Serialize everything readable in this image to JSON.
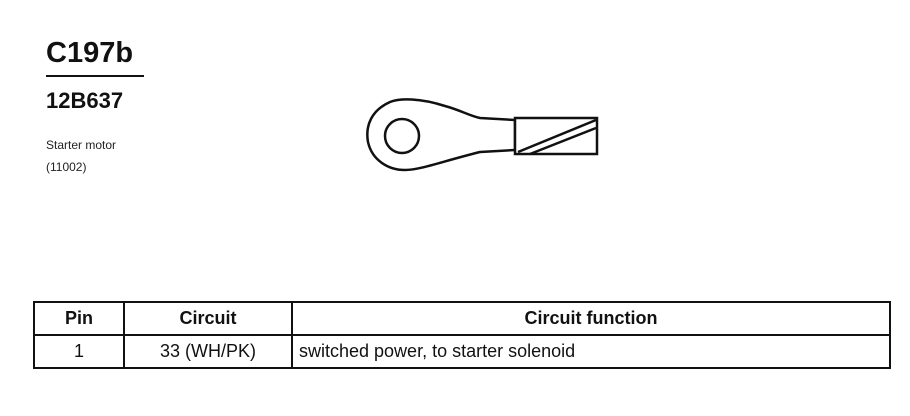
{
  "connector": {
    "id": "C197b",
    "part_number": "12B637",
    "description": "Starter motor",
    "description_code": "(11002)"
  },
  "table": {
    "headers": {
      "pin": "Pin",
      "circuit": "Circuit",
      "function": "Circuit function"
    },
    "rows": [
      {
        "pin": "1",
        "circuit": "33 (WH/PK)",
        "function": "switched power, to starter solenoid"
      }
    ]
  },
  "diagram": {
    "icon": "ring-terminal-icon",
    "line_color": "#111111"
  }
}
